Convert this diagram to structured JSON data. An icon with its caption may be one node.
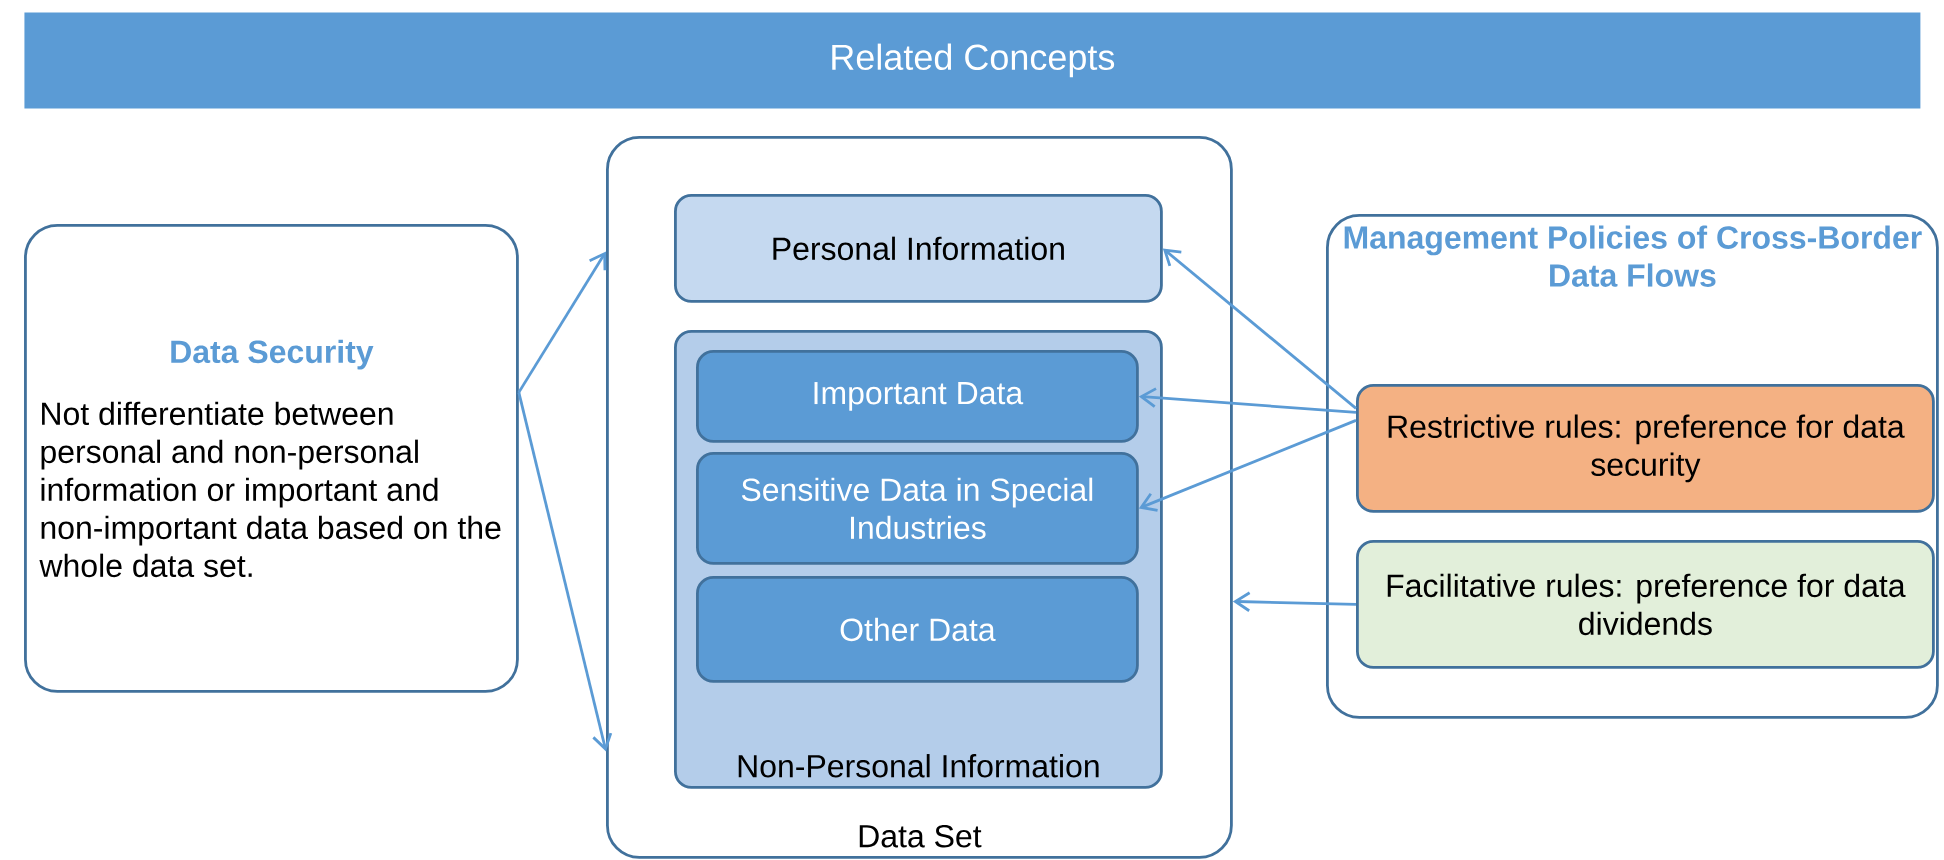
{
  "diagram": {
    "title": "Related Concepts",
    "nodes": [
      {
        "text": [
          "Data Security",
          "Not differentiate between personal and non-personal information or important and non-important data based on the whole data set."
        ]
      },
      {
        "text": [
          "Data Set"
        ]
      },
      {
        "text": [
          "Personal Information"
        ],
        "in": 1
      },
      {
        "text": [
          "Non-Personal Information"
        ],
        "in": 1
      },
      {
        "text": [
          "Important Data"
        ],
        "in": 3
      },
      {
        "text": [
          "Sensitive Data in Special Industries"
        ],
        "in": 3
      },
      {
        "text": [
          "Other Data"
        ],
        "in": 3
      },
      {
        "text": [
          "Management Policies of Cross-Border Data Flows"
        ]
      },
      {
        "text": [
          "Restrictive rules: preference for data security"
        ],
        "in": 7
      },
      {
        "text": [
          "Facilitative rules: preference for data dividends"
        ],
        "in": 7
      }
    ],
    "edges": [
      {
        "from": 0,
        "to": 1,
        "arrow": "to"
      },
      {
        "from": 0,
        "to": 1,
        "arrow": "to"
      },
      {
        "from": 8,
        "to": 2,
        "arrow": "to"
      },
      {
        "from": 8,
        "to": 4,
        "arrow": "to"
      },
      {
        "from": 8,
        "to": 5,
        "arrow": "to"
      },
      {
        "from": 9,
        "to": 1,
        "arrow": "to"
      }
    ]
  }
}
